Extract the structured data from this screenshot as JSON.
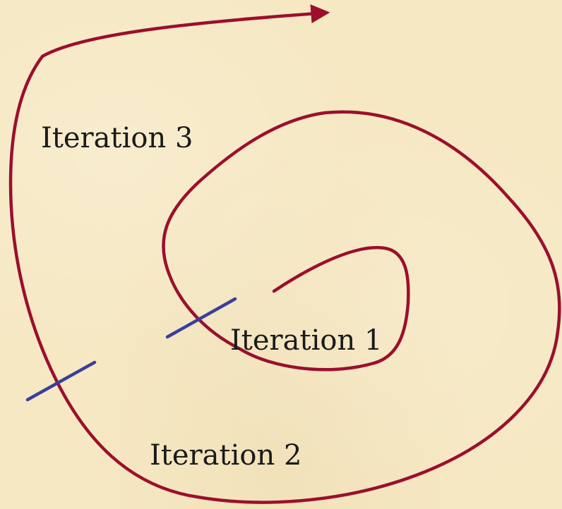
{
  "labels": {
    "iteration_1": "Iteration 1",
    "iteration_2": "Iteration 2",
    "iteration_3": "Iteration 3"
  },
  "colors": {
    "background": "#f6e8c3",
    "spiral": "#9b0f2d",
    "marker": "#3a3f9a",
    "text": "#1a1a1a"
  }
}
